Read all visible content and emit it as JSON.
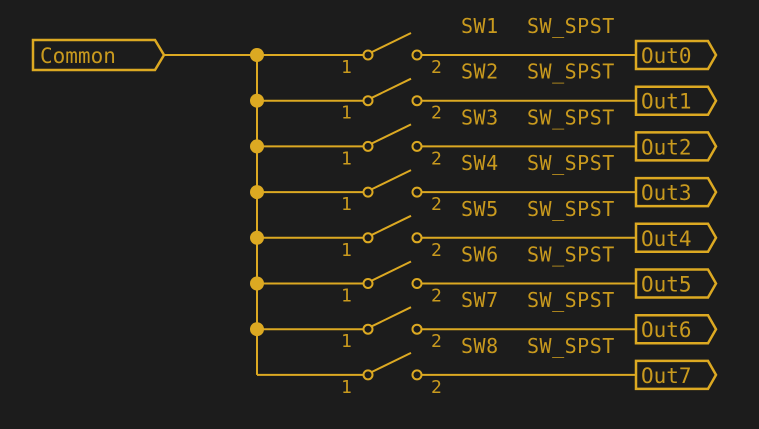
{
  "colors": {
    "background": "#1c1c1c",
    "wire": "#dca922",
    "label": "#c99a1e"
  },
  "input_port": {
    "label": "Common"
  },
  "switches": [
    {
      "ref": "SW1",
      "value": "SW_SPST",
      "pin1": "1",
      "pin2": "2",
      "output": "Out0"
    },
    {
      "ref": "SW2",
      "value": "SW_SPST",
      "pin1": "1",
      "pin2": "2",
      "output": "Out1"
    },
    {
      "ref": "SW3",
      "value": "SW_SPST",
      "pin1": "1",
      "pin2": "2",
      "output": "Out2"
    },
    {
      "ref": "SW4",
      "value": "SW_SPST",
      "pin1": "1",
      "pin2": "2",
      "output": "Out3"
    },
    {
      "ref": "SW5",
      "value": "SW_SPST",
      "pin1": "1",
      "pin2": "2",
      "output": "Out4"
    },
    {
      "ref": "SW6",
      "value": "SW_SPST",
      "pin1": "1",
      "pin2": "2",
      "output": "Out5"
    },
    {
      "ref": "SW7",
      "value": "SW_SPST",
      "pin1": "1",
      "pin2": "2",
      "output": "Out6"
    },
    {
      "ref": "SW8",
      "value": "SW_SPST",
      "pin1": "1",
      "pin2": "2",
      "output": "Out7"
    }
  ]
}
